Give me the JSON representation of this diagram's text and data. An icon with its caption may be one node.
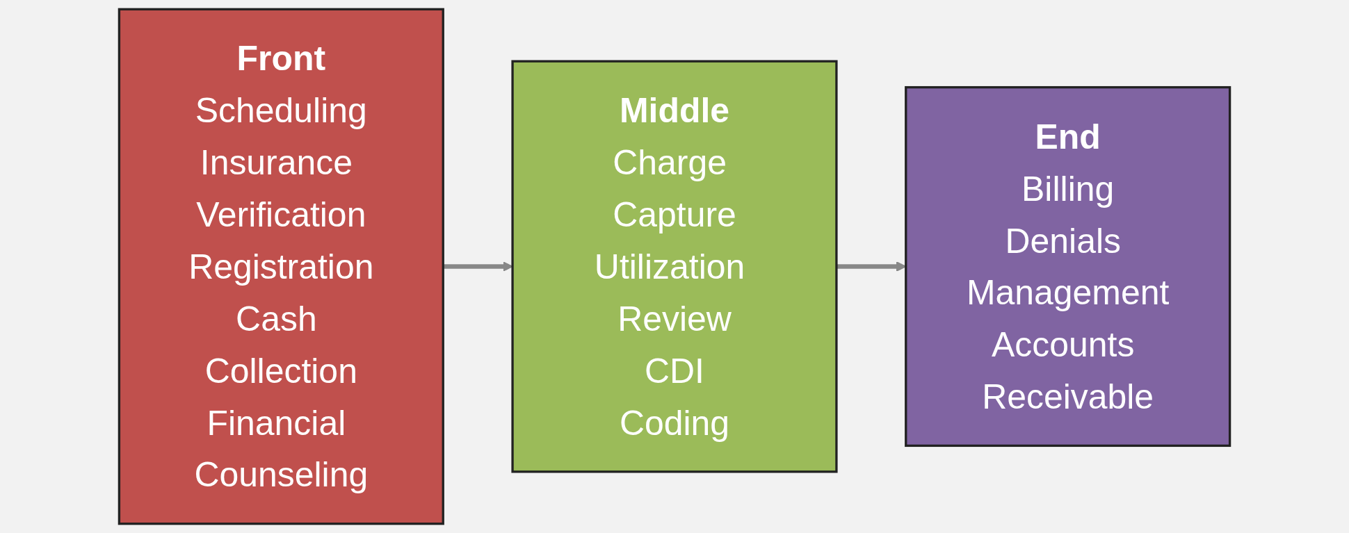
{
  "diagram": {
    "nodes": [
      {
        "text": [
          "Front",
          "Scheduling",
          "Insurance Verification",
          "Registration",
          "Cash Collection",
          "Financial Counseling"
        ]
      },
      {
        "text": [
          "Middle",
          "Charge Capture",
          "Utilization Review",
          "CDI",
          "Coding"
        ]
      },
      {
        "text": [
          "End",
          "Billing",
          "Denials Management",
          "Accounts Receivable"
        ]
      }
    ],
    "edges": [
      {
        "from": 0,
        "to": 1,
        "arrow": "to"
      },
      {
        "from": 1,
        "to": 2,
        "arrow": "to"
      }
    ]
  }
}
